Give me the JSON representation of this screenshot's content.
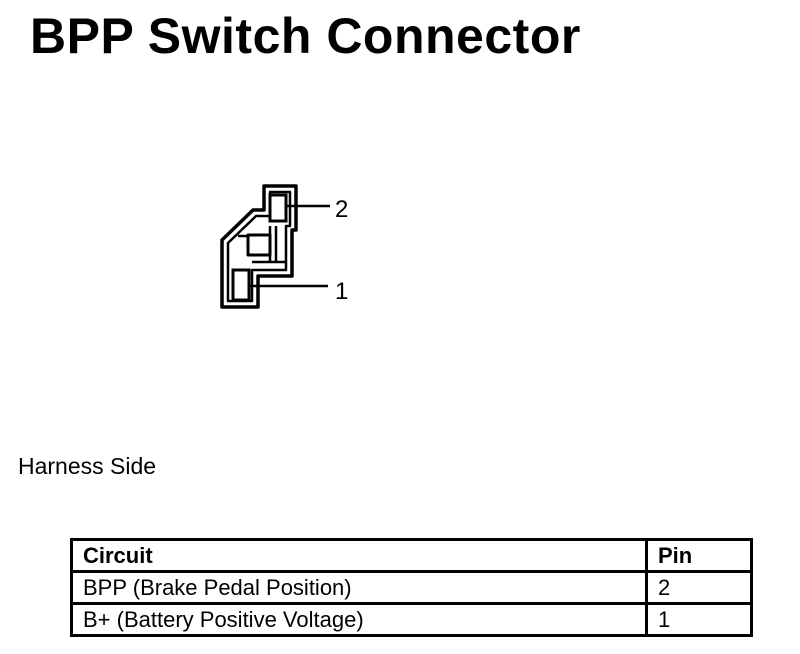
{
  "title": "BPP Switch Connector",
  "connector": {
    "pins": [
      {
        "label": "2"
      },
      {
        "label": "1"
      }
    ]
  },
  "caption": "Harness Side",
  "table": {
    "headers": [
      "Circuit",
      "Pin"
    ],
    "rows": [
      {
        "circuit": "BPP (Brake Pedal Position)",
        "pin": "2"
      },
      {
        "circuit": "B+ (Battery Positive Voltage)",
        "pin": "1"
      }
    ]
  }
}
